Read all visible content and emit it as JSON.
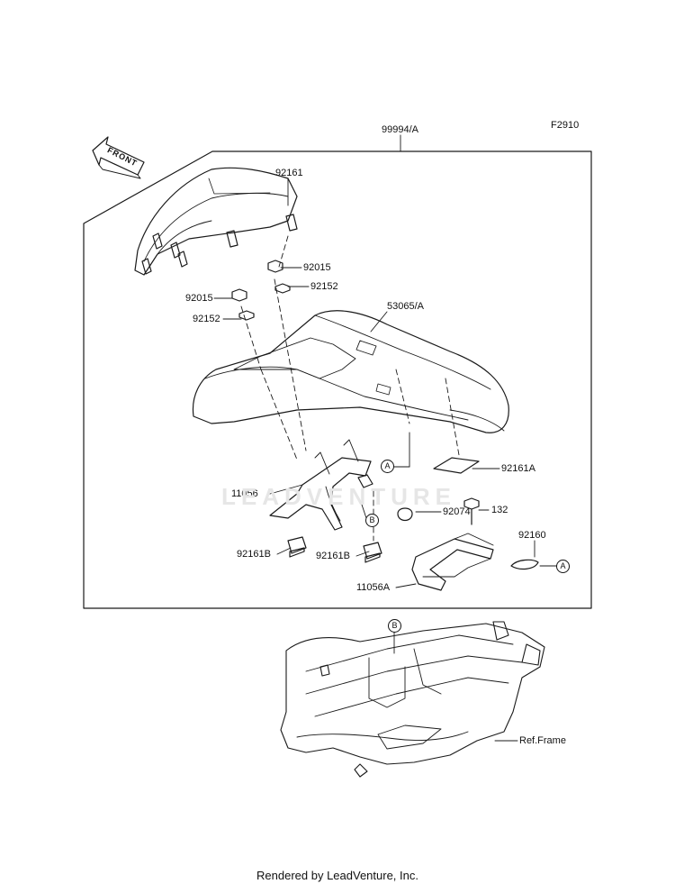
{
  "figure_code": "F2910",
  "direction_label": "FRONT",
  "watermark": "LEADVENTURE",
  "footer_text": "Rendered by LeadVenture, Inc.",
  "parts": {
    "p99994A": "99994/A",
    "p92161_top": "92161",
    "p92015_right": "92015",
    "p92015_left": "92015",
    "p92152_right": "92152",
    "p92152_left": "92152",
    "p53065A": "53065/A",
    "p11056": "11056",
    "p92161A": "92161A",
    "p92074": "92074",
    "p132": "132",
    "p92160": "92160",
    "p92161B_left": "92161B",
    "p92161B_right": "92161B",
    "p11056A": "11056A",
    "ref_frame": "Ref.Frame"
  },
  "callouts": {
    "a_center": "A",
    "a_right": "A",
    "b_mid": "B",
    "b_bottom": "B"
  }
}
